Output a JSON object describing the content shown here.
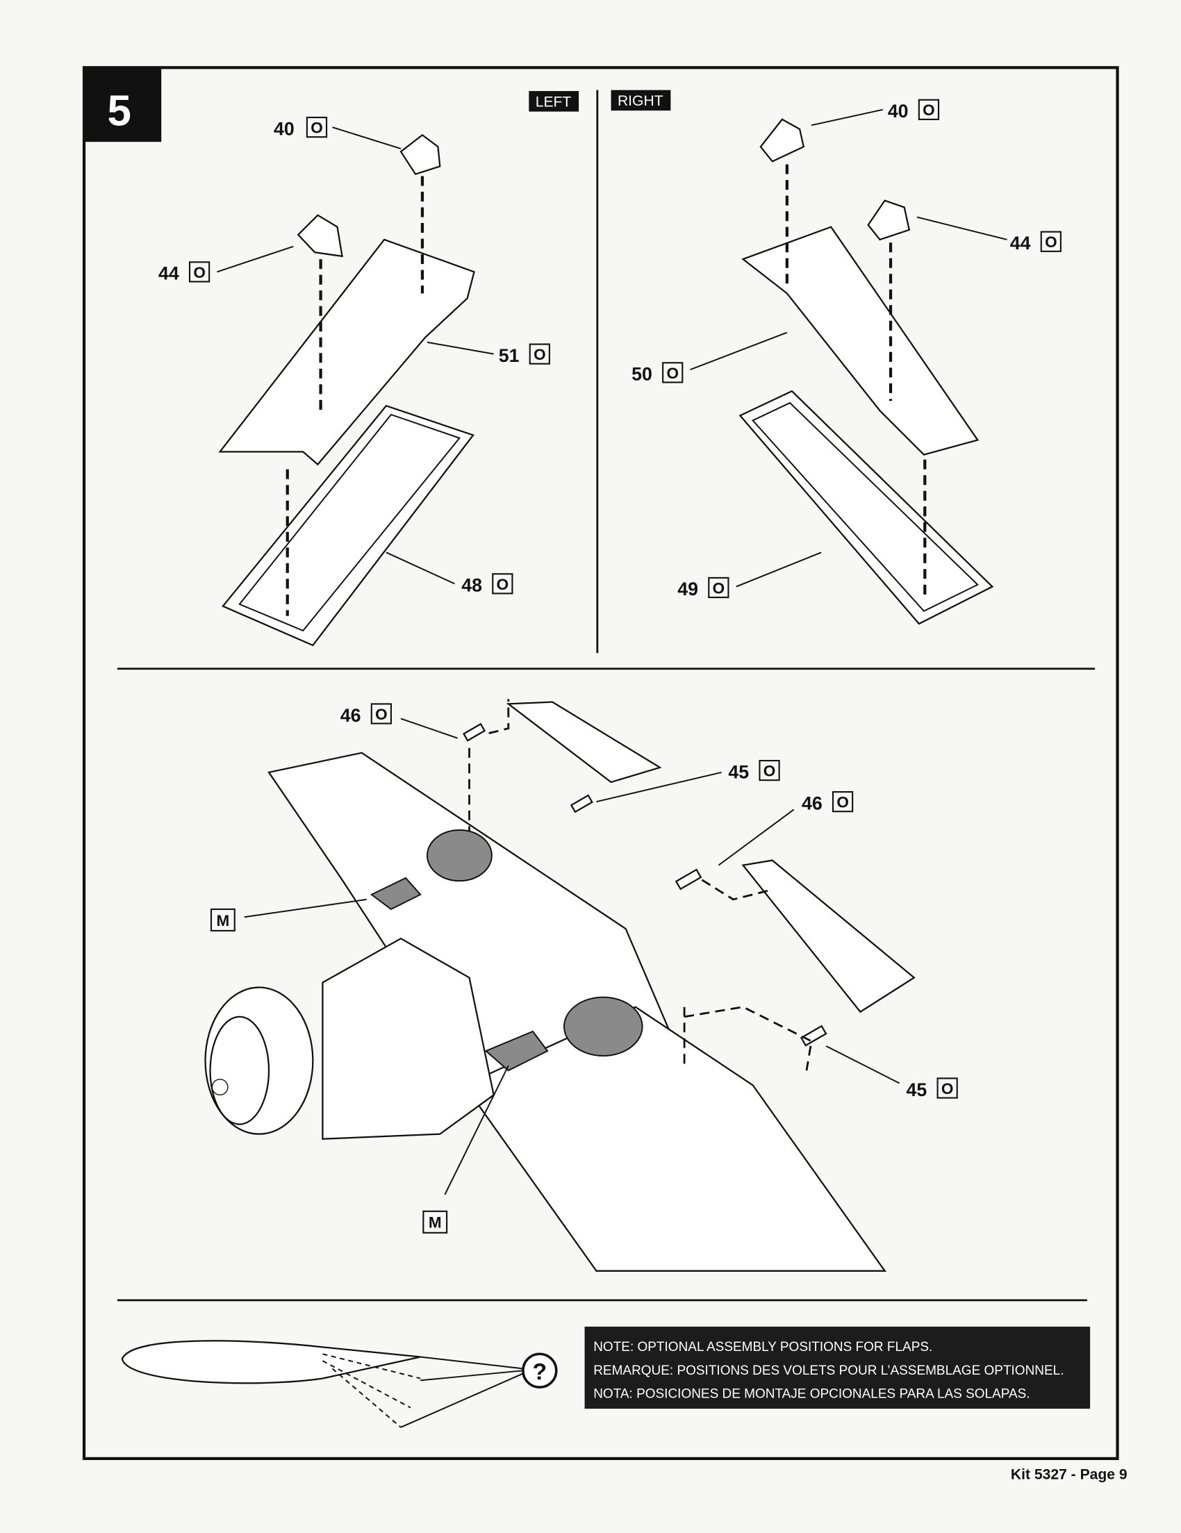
{
  "step": {
    "number": "5",
    "left_label": "LEFT",
    "right_label": "RIGHT"
  },
  "callouts": {
    "left_40": {
      "num": "40",
      "code": "O"
    },
    "left_44": {
      "num": "44",
      "code": "O"
    },
    "left_51": {
      "num": "51",
      "code": "O"
    },
    "left_48": {
      "num": "48",
      "code": "O"
    },
    "right_40": {
      "num": "40",
      "code": "O"
    },
    "right_44": {
      "num": "44",
      "code": "O"
    },
    "right_50": {
      "num": "50",
      "code": "O"
    },
    "right_49": {
      "num": "49",
      "code": "O"
    },
    "wing_46a": {
      "num": "46",
      "code": "O"
    },
    "wing_45a": {
      "num": "45",
      "code": "O"
    },
    "wing_46b": {
      "num": "46",
      "code": "O"
    },
    "wing_45b": {
      "num": "45",
      "code": "O"
    },
    "wing_m1": {
      "code": "M"
    },
    "wing_m2": {
      "code": "M"
    }
  },
  "note": {
    "icon": "question-icon",
    "symbol": "?",
    "lines": [
      "NOTE: OPTIONAL ASSEMBLY POSITIONS FOR FLAPS.",
      "REMARQUE: POSITIONS DES VOLETS POUR L’ASSEMBLAGE OPTIONNEL.",
      "NOTA: POSICIONES DE MONTAJE OPCIONALES PARA LAS SOLAPAS."
    ]
  },
  "footer": {
    "text": "Kit 5327 - Page 9"
  }
}
